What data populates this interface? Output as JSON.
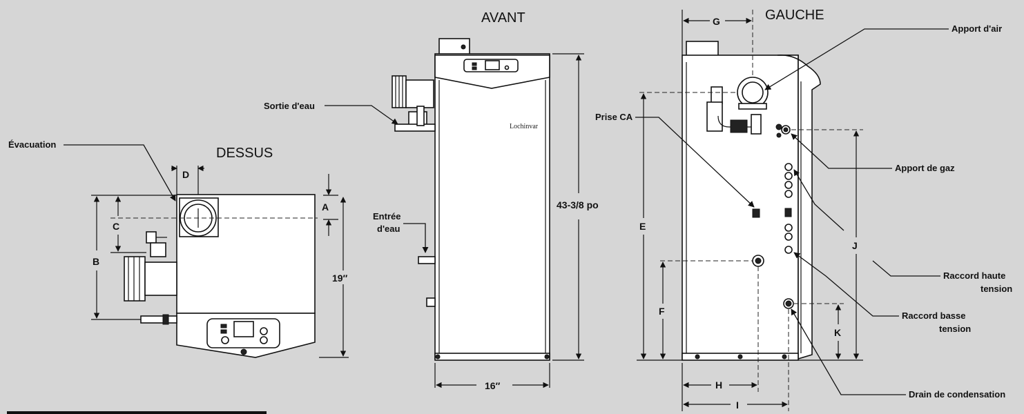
{
  "views": {
    "top": "DESSUS",
    "front": "AVANT",
    "left": "GAUCHE"
  },
  "brand": "Lochinvar",
  "callouts": {
    "evacuation": "Évacuation",
    "sortie_eau": "Sortie d'eau",
    "entree_eau_1": "Entrée",
    "entree_eau_2": "d'eau",
    "prise_ca": "Prise CA",
    "apport_air": "Apport d'air",
    "apport_gaz": "Apport de gaz",
    "raccord_haute_1": "Raccord haute",
    "raccord_haute_2": "tension",
    "raccord_basse_1": "Raccord basse",
    "raccord_basse_2": "tension",
    "drain": "Drain de condensation"
  },
  "dimensions": {
    "a": "A",
    "b": "B",
    "c": "C",
    "d": "D",
    "e": "E",
    "f": "F",
    "g": "G",
    "h": "H",
    "i": "I",
    "j": "J",
    "k": "K",
    "depth": "19″",
    "width": "16″",
    "height": "43-3/8 po"
  },
  "colors": {
    "background": "#d6d6d6",
    "outline": "#111111",
    "unit": "#ffffff"
  }
}
